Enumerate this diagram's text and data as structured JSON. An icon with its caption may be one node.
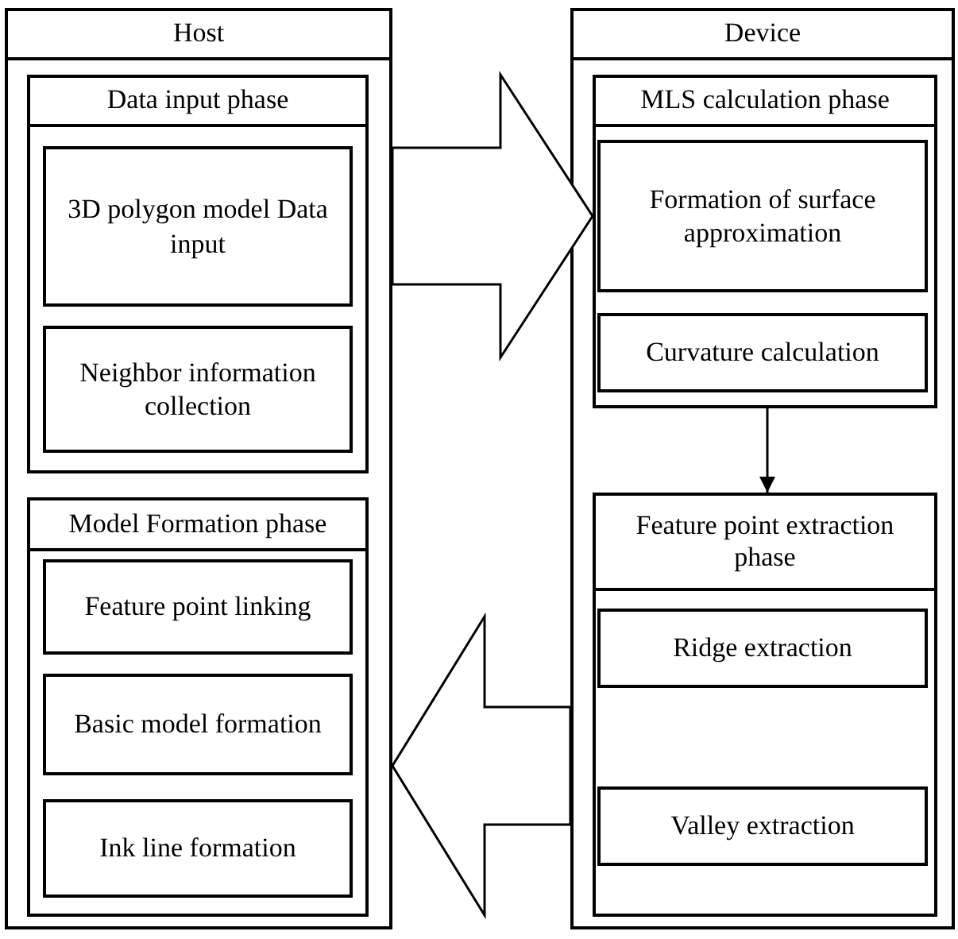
{
  "diagram": {
    "nodes": [
      {
        "text": [
          "Host"
        ]
      },
      {
        "text": [
          "Data input phase"
        ],
        "in": 0
      },
      {
        "text": [
          "3D polygon model Data input"
        ],
        "in": 1
      },
      {
        "text": [
          "Neighbor information collection"
        ],
        "in": 1
      },
      {
        "text": [
          "Model Formation phase"
        ],
        "in": 0
      },
      {
        "text": [
          "Feature point linking"
        ],
        "in": 4
      },
      {
        "text": [
          "Basic model formation"
        ],
        "in": 4
      },
      {
        "text": [
          "Ink line formation"
        ],
        "in": 4
      },
      {
        "text": [
          "Device"
        ]
      },
      {
        "text": [
          "MLS calculation phase"
        ],
        "in": 8
      },
      {
        "text": [
          "Formation of surface approximation"
        ],
        "in": 9
      },
      {
        "text": [
          "Curvature calculation"
        ],
        "in": 9
      },
      {
        "text": [
          "Feature point extraction phase"
        ],
        "in": 8
      },
      {
        "text": [
          "Ridge extraction"
        ],
        "in": 12
      },
      {
        "text": [
          "Valley extraction"
        ],
        "in": 12
      }
    ],
    "edges": [
      {
        "from": 0,
        "to": 9,
        "arrow": "to",
        "style": "thick"
      },
      {
        "from": 8,
        "to": 0,
        "arrow": "to",
        "style": "thick"
      },
      {
        "from": 9,
        "to": 12,
        "arrow": "to"
      }
    ]
  }
}
